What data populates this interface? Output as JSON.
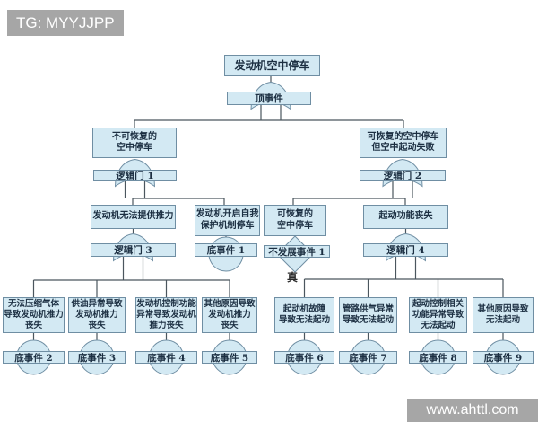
{
  "header": {
    "tag_label": "TG: MYYJJPP"
  },
  "footer": {
    "site_label": "www.ahttl.com"
  },
  "colors": {
    "node_fill": "#d3e9f3",
    "node_border": "#6f8ea3",
    "connector": "#4b565e",
    "text": "#1c2f42",
    "watermark_bg": "#a6a6a6",
    "watermark_text": "#ffffff"
  },
  "tree": {
    "top": {
      "text": "发动机空中停车",
      "symbol": "顶事件"
    },
    "g1": {
      "text": "不可恢复的\n空中停车",
      "symbol": "逻辑门 1"
    },
    "g2": {
      "text": "可恢复的空中停车\n但空中起动失败",
      "symbol": "逻辑门 2"
    },
    "g3": {
      "text": "发动机无法提供推力",
      "symbol": "逻辑门 3"
    },
    "e1": {
      "text": "发动机开启自我\n保护机制停车",
      "symbol": "底事件 1"
    },
    "u1": {
      "text": "可恢复的\n空中停车",
      "symbol": "不发展事件 1",
      "note": "真"
    },
    "g4": {
      "text": "起动功能丧失",
      "symbol": "逻辑门 4"
    },
    "e2": {
      "text": "无法压缩气体\n导致发动机推力\n丧失",
      "symbol": "底事件 2"
    },
    "e3": {
      "text": "供油异常导致\n发动机推力\n丧失",
      "symbol": "底事件 3"
    },
    "e4": {
      "text": "发动机控制功能\n异常导致发动机\n推力丧失",
      "symbol": "底事件 4"
    },
    "e5": {
      "text": "其他原因导致\n发动机推力\n丧失",
      "symbol": "底事件 5"
    },
    "e6": {
      "text": "起动机故障\n导致无法起动",
      "symbol": "底事件 6"
    },
    "e7": {
      "text": "管路供气异常\n导致无法起动",
      "symbol": "底事件 7"
    },
    "e8": {
      "text": "起动控制相关\n功能异常导致\n无法起动",
      "symbol": "底事件 8"
    },
    "e9": {
      "text": "其他原因导致\n无法起动",
      "symbol": "底事件 9"
    }
  }
}
